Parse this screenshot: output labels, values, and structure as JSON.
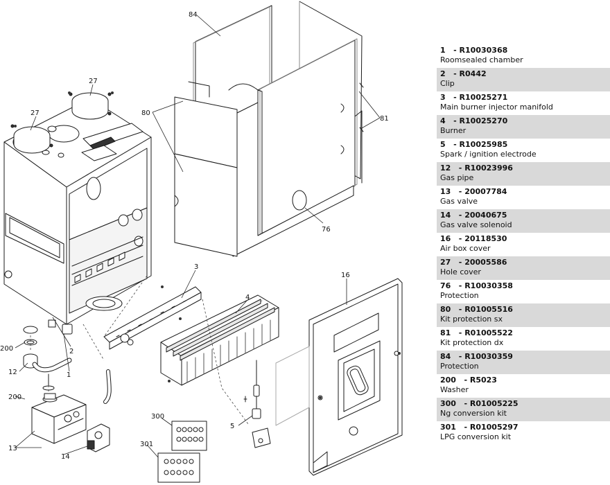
{
  "callouts": {
    "c84": "84",
    "c80": "80",
    "c81": "81",
    "c76": "76",
    "c27a": "27",
    "c27b": "27",
    "c3": "3",
    "c4": "4",
    "c16": "16",
    "c200a": "200",
    "c200b": "200",
    "c2": "2",
    "c12": "12",
    "c1": "1",
    "c13": "13",
    "c14": "14",
    "c300": "300",
    "c301": "301",
    "c5": "5"
  },
  "parts": [
    {
      "number": "1",
      "code": "R10030368",
      "description": "Roomsealed chamber"
    },
    {
      "number": "2",
      "code": "R0442",
      "description": "Clip"
    },
    {
      "number": "3",
      "code": "R10025271",
      "description": "Main burner injector manifold"
    },
    {
      "number": "4",
      "code": "R10025270",
      "description": "Burner"
    },
    {
      "number": "5",
      "code": "R10025985",
      "description": "Spark / ignition electrode"
    },
    {
      "number": "12",
      "code": "R10023996",
      "description": "Gas pipe"
    },
    {
      "number": "13",
      "code": "20007784",
      "description": "Gas valve"
    },
    {
      "number": "14",
      "code": "20040675",
      "description": "Gas valve solenoid"
    },
    {
      "number": "16",
      "code": "20118530",
      "description": "Air box cover"
    },
    {
      "number": "27",
      "code": "20005586",
      "description": "Hole cover"
    },
    {
      "number": "76",
      "code": "R10030358",
      "description": "Protection"
    },
    {
      "number": "80",
      "code": "R01005516",
      "description": "Kit protection sx"
    },
    {
      "number": "81",
      "code": "R01005522",
      "description": "Kit protection dx"
    },
    {
      "number": "84",
      "code": "R10030359",
      "description": "Protection"
    },
    {
      "number": "200",
      "code": "R5023",
      "description": "Washer"
    },
    {
      "number": "300",
      "code": "R01005225",
      "description": "Ng conversion kit"
    },
    {
      "number": "301",
      "code": "R01005297",
      "description": "LPG conversion kit"
    }
  ]
}
